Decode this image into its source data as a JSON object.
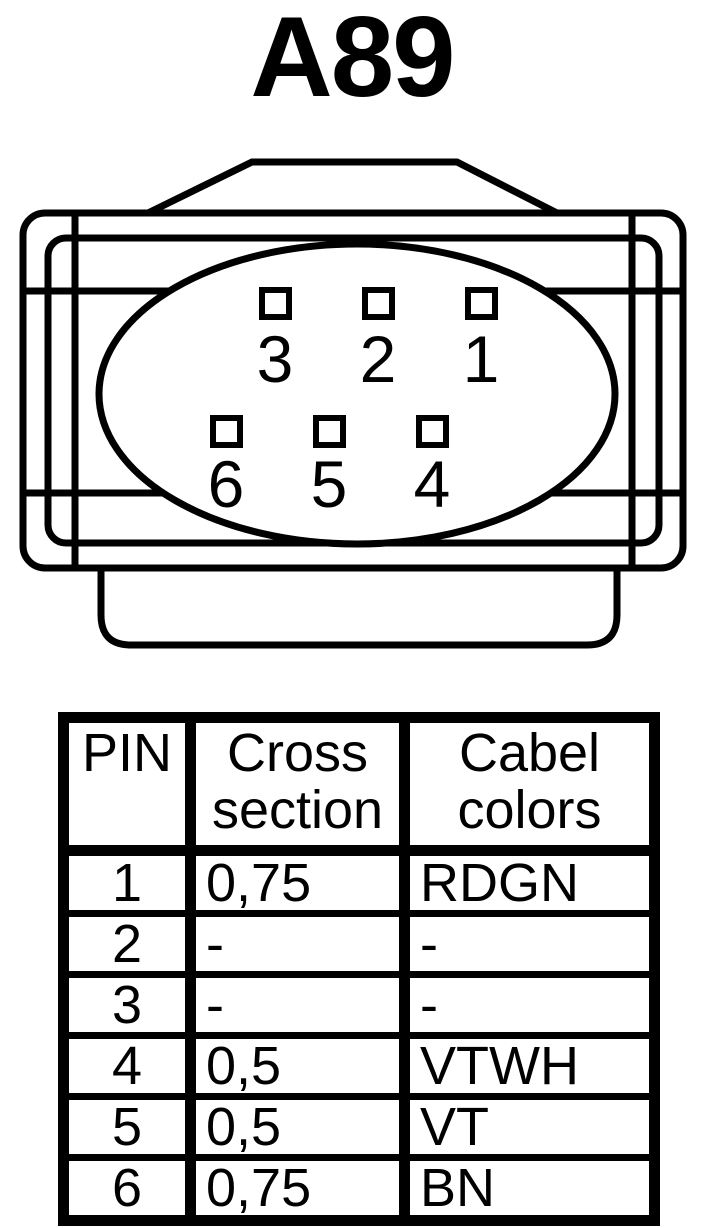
{
  "title": "A89",
  "connector": {
    "pins_top_row": [
      "3",
      "2",
      "1"
    ],
    "pins_bottom_row": [
      "6",
      "5",
      "4"
    ]
  },
  "table": {
    "headers": {
      "pin": "PIN",
      "cross_section": "Cross section",
      "cable_colors": "Cabel colors"
    },
    "rows": [
      {
        "pin": "1",
        "cross_section": "0,75",
        "cable_color": "RDGN"
      },
      {
        "pin": "2",
        "cross_section": "-",
        "cable_color": "-"
      },
      {
        "pin": "3",
        "cross_section": "-",
        "cable_color": "-"
      },
      {
        "pin": "4",
        "cross_section": "0,5",
        "cable_color": "VTWH"
      },
      {
        "pin": "5",
        "cross_section": "0,5",
        "cable_color": "VT"
      },
      {
        "pin": "6",
        "cross_section": "0,75",
        "cable_color": "BN"
      }
    ]
  },
  "colors": {
    "line": "#000000",
    "background": "#ffffff"
  }
}
